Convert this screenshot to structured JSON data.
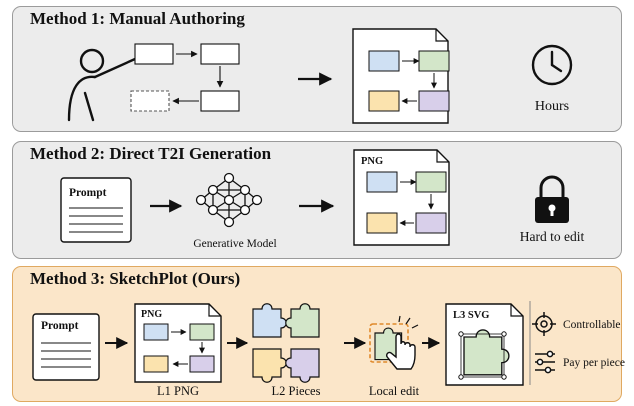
{
  "method1": {
    "title": "Method 1: Manual Authoring",
    "result_label": "Hours"
  },
  "method2": {
    "title": "Method 2: Direct T2I Generation",
    "prompt_label": "Prompt",
    "model_label": "Generative Model",
    "doc_label": "PNG",
    "result_label": "Hard to edit"
  },
  "method3": {
    "title": "Method 3: SketchPlot (Ours)",
    "prompt_label": "Prompt",
    "png_doc_label": "PNG",
    "png_caption": "L1 PNG",
    "pieces_caption": "L2 Pieces",
    "edit_caption": "Local edit",
    "svg_doc_label": "L3 SVG",
    "features": [
      "Controllable",
      "Pay per piece"
    ]
  },
  "colors": {
    "blue": "#cfe0f3",
    "green": "#d3e6c9",
    "yellow": "#fbe3ae",
    "purple": "#d8cfea",
    "panel_gray": "#ececec",
    "panel_orange": "#fbe6c9",
    "orange_border": "#e0a961"
  },
  "icons": [
    "presenter-icon",
    "clock-icon",
    "neural-network-icon",
    "lock-icon",
    "puzzle-piece-icon",
    "hand-pointer-icon",
    "target-icon",
    "sliders-icon"
  ]
}
